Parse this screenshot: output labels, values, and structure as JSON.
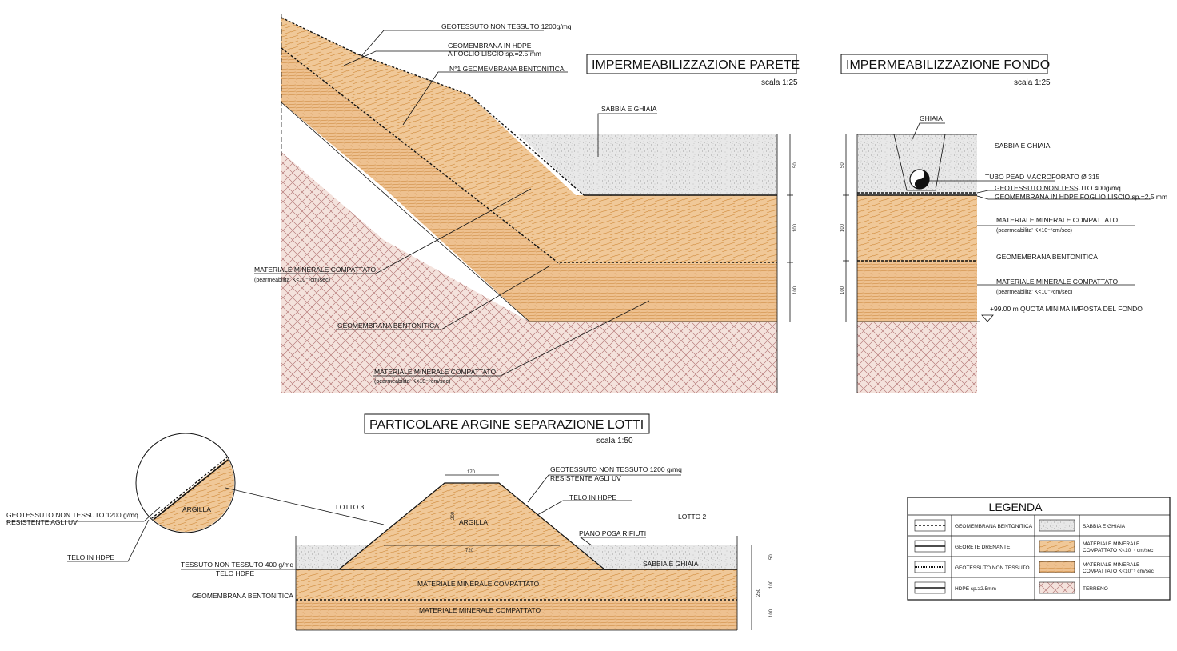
{
  "colors": {
    "clay": "#f0c898",
    "clay_hatch": "#d08a3a",
    "soil": "#f2dcd6",
    "soil_hatch": "#b07070",
    "gravel": "#e4e4e4",
    "gravel_dot": "#8a8a8a",
    "line": "#111111"
  },
  "wall": {
    "title": "IMPERMEABILIZZAZIONE PARETE",
    "scale": "scala 1:25",
    "labels": {
      "geotessuto": "GEOTESSUTO NON TESSUTO 1200g/mq",
      "geomembrana_1": "GEOMEMBRANA IN HDPE",
      "geomembrana_2": "A FOGLIO LISCIO sp.=2.5 mm",
      "bentonitica_n1": "N°1 GEOMEMBRANA BENTONITICA",
      "sabbia": "SABBIA E GHIAIA",
      "mat_1": "MATERIALE MINERALE COMPATTATO",
      "mat_1_perm": "(pearmeabilita' K<10⁻⁷cm/sec)",
      "bentonitica": "GEOMEMBRANA BENTONITICA",
      "mat_2": "MATERIALE MINERALE COMPATTATO",
      "mat_2_perm": "(pearmeabilita' K<10⁻⁹cm/sec)"
    },
    "dims": [
      "50",
      "100",
      "100"
    ]
  },
  "floor": {
    "title": "IMPERMEABILIZZAZIONE FONDO",
    "scale": "scala 1:25",
    "labels": {
      "ghiaia": "GHIAIA",
      "sabbia": "SABBIA E GHIAIA",
      "tubo": "TUBO PEAD MACROFORATO Ø 315",
      "geotessuto": "GEOTESSUTO NON TESSUTO 400g/mq",
      "geomembrana": "GEOMEMBRANA IN HDPE FOGLIO LISCIO sp.=2.5 mm",
      "mat_1": "MATERIALE MINERALE COMPATTATO",
      "mat_1_perm": "(pearmeabilita' K<10⁻⁷cm/sec)",
      "bentonitica": "GEOMEMBRANA BENTONITICA",
      "mat_2": "MATERIALE MINERALE COMPATTATO",
      "mat_2_perm": "(pearmeabilita' K<10⁻⁹cm/sec)",
      "quota": "+99.00 m QUOTA MINIMA IMPOSTA DEL FONDO"
    },
    "dims": [
      "50",
      "100",
      "100"
    ]
  },
  "bank": {
    "title": "PARTICOLARE ARGINE SEPARAZIONE LOTTI",
    "scale": "scala 1:50",
    "labels": {
      "geotessuto_1": "GEOTESSUTO NON TESSUTO 1200 g/mq",
      "geotessuto_2": "RESISTENTE AGLI UV",
      "telo": "TELO IN HDPE",
      "argilla": "ARGILLA",
      "lotto3": "LOTTO 3",
      "lotto2": "LOTTO 2",
      "piano": "PIANO POSA RIFIUTI",
      "sabbia": "SABBIA E GHIAIA",
      "tessuto_1": "TESSUTO NON TESSUTO 400 g/mq",
      "tessuto_2": "TELO HDPE",
      "bentonitica": "GEOMEMBRANA BENTONITICA",
      "mat_1": "MATERIALE MINERALE COMPATTATO",
      "mat_2": "MATERIALE MINERALE COMPATTATO",
      "detail_geo_1": "GEOTESSUTO NON TESSUTO 1200 g/mq",
      "detail_geo_2": "RESISTENTE AGLI UV",
      "detail_telo": "TELO IN HDPE",
      "detail_argilla": "ARGILLA"
    },
    "dims": [
      "170",
      "200",
      "720",
      "50",
      "100",
      "250",
      "100"
    ]
  },
  "legend": {
    "title": "LEGENDA",
    "items": [
      {
        "label": "GEOMEMBRANA BENTONITICA"
      },
      {
        "label": "SABBIA E GHIAIA"
      },
      {
        "label": "GEORETE DRENANTE"
      },
      {
        "label": "MATERIALE MINERALE",
        "label2": "COMPATTATO K<10⁻⁷ cm/sec"
      },
      {
        "label": "GEOTESSUTO NON TESSUTO"
      },
      {
        "label": "MATERIALE MINERALE",
        "label2": "COMPATTATO K<10⁻⁹ cm/sec"
      },
      {
        "label": "HDPE sp.≥2.5mm"
      },
      {
        "label": "TERRENO"
      }
    ]
  }
}
